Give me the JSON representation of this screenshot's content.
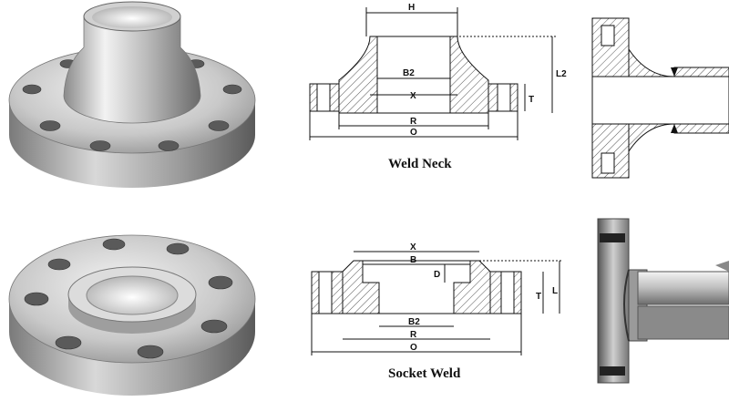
{
  "weld_neck": {
    "caption": "Weld Neck",
    "dims": {
      "H": "H",
      "L2": "L2",
      "B2": "B2",
      "X": "X",
      "T": "T",
      "R": "R",
      "O": "O"
    }
  },
  "socket_weld": {
    "caption": "Socket Weld",
    "dims": {
      "X": "X",
      "B": "B",
      "D": "D",
      "B2": "B2",
      "R": "R",
      "O": "O",
      "T": "T",
      "L": "L"
    }
  },
  "colors": {
    "metal_light": "#e8e8e8",
    "metal_dark": "#6e6e6e",
    "line": "#111111",
    "hatch": "#555555"
  }
}
